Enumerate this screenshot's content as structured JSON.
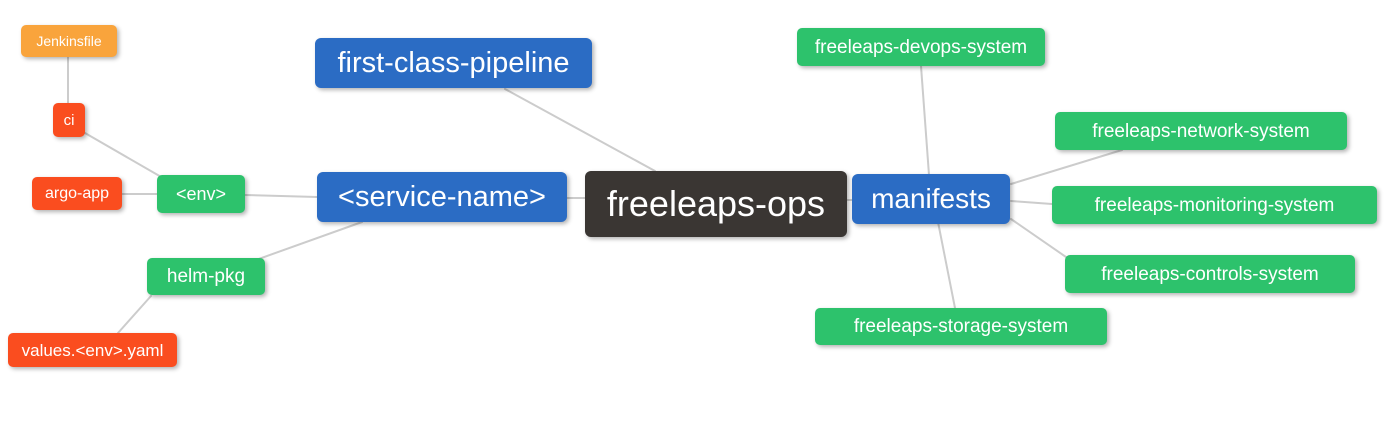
{
  "diagram": {
    "type": "mindmap",
    "background": "#FFFFFF",
    "edge_color": "#CCCCCC"
  },
  "palette": {
    "blue": "#2B6CC4",
    "green": "#2DC26C",
    "orange": "#F9A43C",
    "red_orange": "#FA4D1F",
    "dark": "#3A3633",
    "node_text": "#FFFFFF"
  },
  "nodes": {
    "jenkinsfile": {
      "label": "Jenkinsfile",
      "color": "#F9A43C"
    },
    "ci": {
      "label": "ci",
      "color": "#FA4D1F"
    },
    "argo_app": {
      "label": "argo-app",
      "color": "#FA4D1F"
    },
    "env": {
      "label": "<env>",
      "color": "#2DC26C"
    },
    "helm_pkg": {
      "label": "helm-pkg",
      "color": "#2DC26C"
    },
    "values_env_yaml": {
      "label": "values.<env>.yaml",
      "color": "#FA4D1F"
    },
    "first_class_pipeline": {
      "label": "first-class-pipeline",
      "color": "#2B6CC4"
    },
    "service_name": {
      "label": "<service-name>",
      "color": "#2B6CC4"
    },
    "freeleaps_ops": {
      "label": "freeleaps-ops",
      "color": "#3A3633"
    },
    "manifests": {
      "label": "manifests",
      "color": "#2B6CC4"
    },
    "devops_system": {
      "label": "freeleaps-devops-system",
      "color": "#2DC26C"
    },
    "network_system": {
      "label": "freeleaps-network-system",
      "color": "#2DC26C"
    },
    "monitoring_system": {
      "label": "freeleaps-monitoring-system",
      "color": "#2DC26C"
    },
    "controls_system": {
      "label": "freeleaps-controls-system",
      "color": "#2DC26C"
    },
    "storage_system": {
      "label": "freeleaps-storage-system",
      "color": "#2DC26C"
    }
  },
  "edges": [
    {
      "from": "Jenkinsfile",
      "to": "ci"
    },
    {
      "from": "ci",
      "to": "<env>"
    },
    {
      "from": "argo-app",
      "to": "<env>"
    },
    {
      "from": "<env>",
      "to": "<service-name>"
    },
    {
      "from": "helm-pkg",
      "to": "<service-name>"
    },
    {
      "from": "values.<env>.yaml",
      "to": "helm-pkg"
    },
    {
      "from": "first-class-pipeline",
      "to": "freeleaps-ops"
    },
    {
      "from": "<service-name>",
      "to": "freeleaps-ops"
    },
    {
      "from": "freeleaps-ops",
      "to": "manifests"
    },
    {
      "from": "manifests",
      "to": "freeleaps-devops-system"
    },
    {
      "from": "manifests",
      "to": "freeleaps-network-system"
    },
    {
      "from": "manifests",
      "to": "freeleaps-monitoring-system"
    },
    {
      "from": "manifests",
      "to": "freeleaps-controls-system"
    },
    {
      "from": "manifests",
      "to": "freeleaps-storage-system"
    }
  ]
}
